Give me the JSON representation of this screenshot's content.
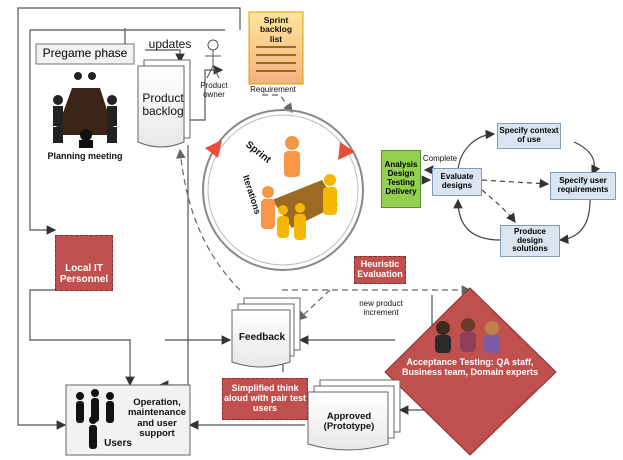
{
  "pregame_phase": "Pregame phase",
  "planning_meeting": "Planning meeting",
  "updates": "updates",
  "product_backlog": "Product backlog",
  "product_owner": "Product owner",
  "sprint_backlog": "Sprint backlog list",
  "requirement": "Requirement",
  "sprint": "Sprint",
  "iterations": "Iterations",
  "analysis_box": {
    "line1": "Analysis",
    "line2": "Design",
    "line3": "Testing",
    "line4": "Delivery"
  },
  "complete": "Complete",
  "specify_context": "Specify context of use",
  "evaluate_designs": "Evaluate designs",
  "specify_user_requirements": "Specify user requirements",
  "produce_design_solutions": "Produce design solutions",
  "local_it": "Local IT Personnel",
  "heuristic": "Heuristic Evaluation",
  "new_increment": "new product increment",
  "feedback": "Feedback",
  "acceptance": "Acceptance Testing: QA staff, Business team, Domain experts",
  "think_aloud": "Simplified think aloud with pair test users",
  "approved": "Approved (Prototype)",
  "operation": "Operation, maintenance and user support",
  "users": "Users",
  "colors": {
    "red_box": "#c0504d",
    "green_box": "#92d050",
    "blue_box": "#dbe5f1",
    "sprint_note": "#ffd966",
    "orange": "#f79646"
  }
}
